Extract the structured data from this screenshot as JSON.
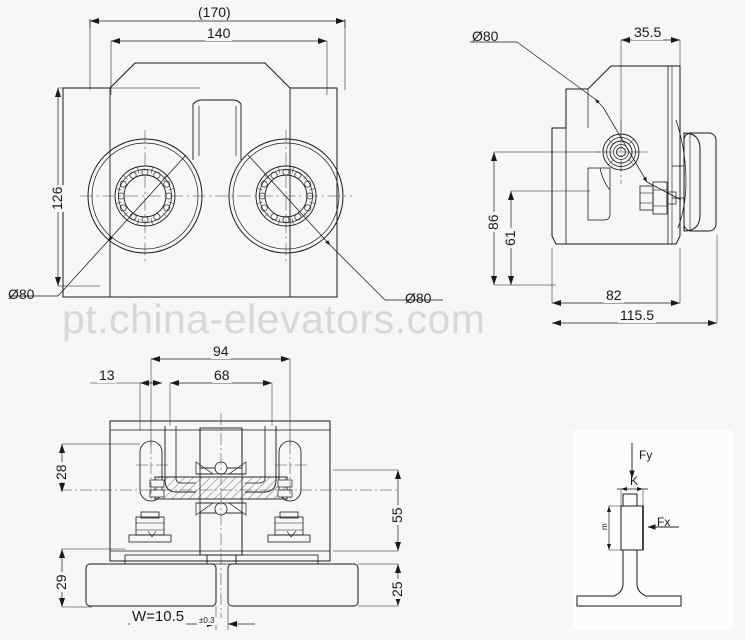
{
  "page": {
    "title": "Elevator Roller Guide Shoe Technical Drawing",
    "background_color": "#f7f7f6",
    "line_color": "#1a1a1a",
    "watermark": "pt.china-elevators.com",
    "watermark_color": "#d8d8d8"
  },
  "views": {
    "front": {
      "name": "front-view",
      "dimensions": {
        "overall_width_ref": "(170)",
        "mounting_width": "140",
        "height": "126",
        "roller_dia_left": "Ø80",
        "roller_dia_right": "Ø80"
      }
    },
    "side": {
      "name": "side-view",
      "dimensions": {
        "roller_dia": "Ø80",
        "offset_top": "35.5",
        "height_total": "86",
        "height_inner": "61",
        "depth_body": "82",
        "depth_overall": "115.5"
      }
    },
    "plan": {
      "name": "plan-section-view",
      "dimensions": {
        "span_outer": "94",
        "span_inner": "68",
        "edge_offset": "13",
        "slot_height": "28",
        "base_height": "29",
        "body_height": "55",
        "rail_height": "25",
        "rail_width": "W=10.5",
        "rail_width_tolerance": "±0.3"
      }
    },
    "load": {
      "name": "load-diagram",
      "labels": {
        "vertical_force": "Fy",
        "horizontal_force": "Fx",
        "rail_head_width": "K",
        "rail_head_height": "m"
      }
    }
  }
}
